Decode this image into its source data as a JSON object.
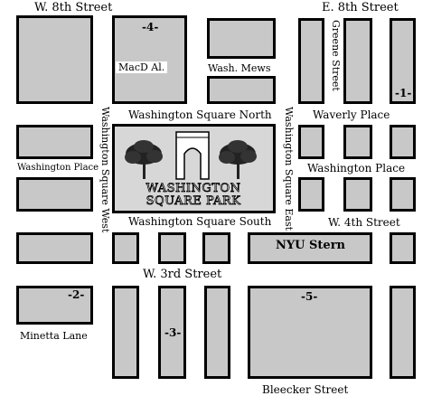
{
  "streets": {
    "w8th": "W. 8th Street",
    "e8th": "E. 8th Street",
    "greene": "Greene Street",
    "macd": "MacD Al.",
    "mews": "Wash. Mews",
    "wsq_north": "Washington Square North",
    "wsq_south": "Washington Square South",
    "wsq_west": "Washington Square West",
    "wsq_east": "Washington Square East",
    "waverly": "Waverly Place",
    "wash_place_left": "Washington Place",
    "wash_place_right": "Washington Place",
    "w4th": "W. 4th Street",
    "w3rd": "W. 3rd Street",
    "minetta": "Minetta Lane",
    "bleecker": "Bleecker Street"
  },
  "park": {
    "line1": "WASHINGTON",
    "line2": "SQUARE PARK",
    "arch_icon": "arch-icon",
    "tree_icon": "tree-icon"
  },
  "buildings": {
    "nyu_stern": "NYU Stern"
  },
  "markers": {
    "m1": "-1-",
    "m2": "-2-",
    "m3": "-3-",
    "m4": "-4-",
    "m5": "-5-"
  },
  "colors": {
    "block": "#c8c8c8",
    "park": "#d7d7d7",
    "outline": "#000000"
  }
}
